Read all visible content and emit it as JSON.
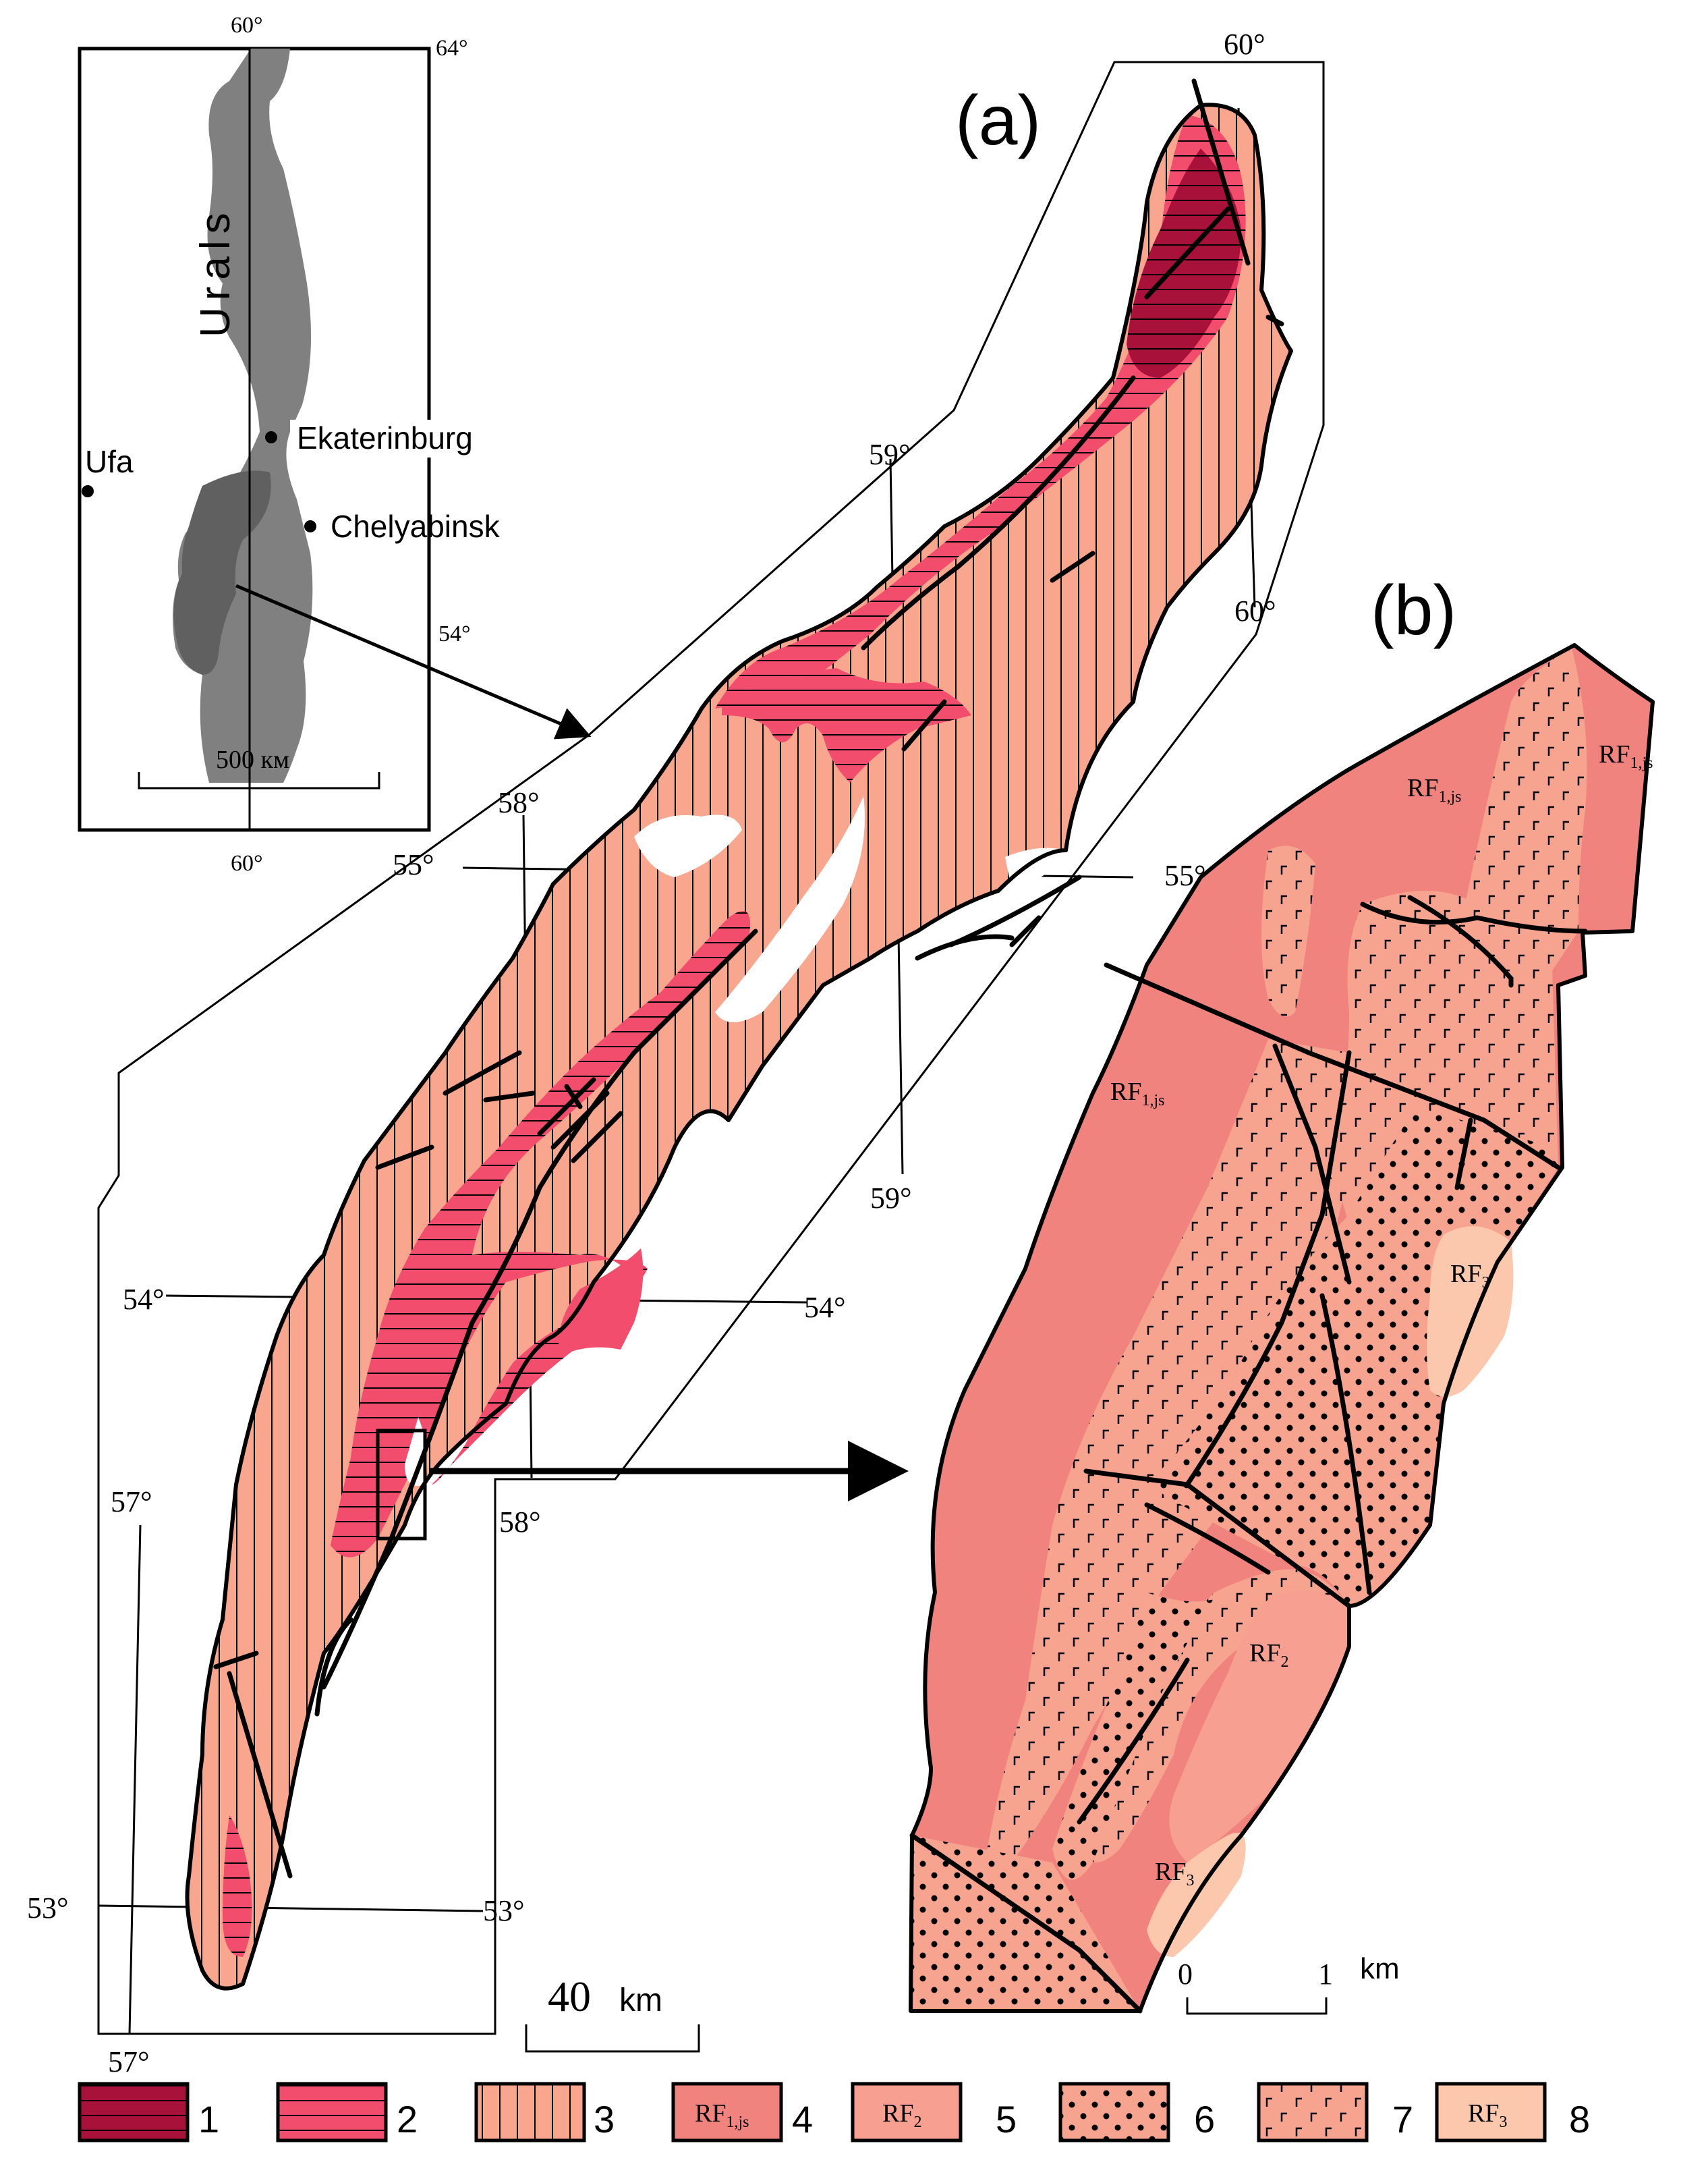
{
  "panels": {
    "a": "(a)",
    "b": "(b)"
  },
  "inset": {
    "region_label": "Urals",
    "cities": [
      "Ekaterinburg",
      "Ufa",
      "Chelyabinsk"
    ],
    "scale": "500 км",
    "coords": {
      "top_lon_60": "60°",
      "top_lon_64": "64°",
      "bottom_lon_60": "60°",
      "lat_54": "54°"
    }
  },
  "map_a": {
    "coords": {
      "lon60_top": "60°",
      "lat59_upper": "59°",
      "lon60_right": "60°",
      "lon58_upper": "58°",
      "lat55_left": "55°",
      "lat55_right": "55°",
      "lat59_lower": "59°",
      "lat54_left": "54°",
      "lat54_right": "54°",
      "lon57_left": "57°",
      "lon58_lower": "58°",
      "lat53_left": "53°",
      "lat53_right": "53°",
      "lon57_bottom": "57°"
    },
    "scale": "40",
    "scale_unit": "km"
  },
  "map_b": {
    "units": {
      "rf1js_a": "RF",
      "rf1js_b": "RF",
      "rf1js_c": "RF",
      "rf3_a": "RF",
      "rf2": "RF",
      "rf3_b": "RF"
    },
    "scale": {
      "zero": "0",
      "one": "1",
      "unit": "km"
    }
  },
  "legend": [
    {
      "num": "1",
      "box": ""
    },
    {
      "num": "2",
      "box": ""
    },
    {
      "num": "3",
      "box": ""
    },
    {
      "num": "4",
      "box": "RF"
    },
    {
      "num": "5",
      "box": "RF"
    },
    {
      "num": "6",
      "box": ""
    },
    {
      "num": "7",
      "box": ""
    },
    {
      "num": "8",
      "box": "RF"
    }
  ],
  "colors": {
    "unit1": "#a8123a",
    "unit2": "#f24d6d",
    "unit3": "#f9a68f",
    "unit4": "#f0837e",
    "unit5": "#f7a091",
    "unit6": "#f6a390",
    "unit7": "#f6a390",
    "unit8": "#fbc8ad",
    "inset_land": "#808080",
    "inset_dark": "#606060"
  }
}
